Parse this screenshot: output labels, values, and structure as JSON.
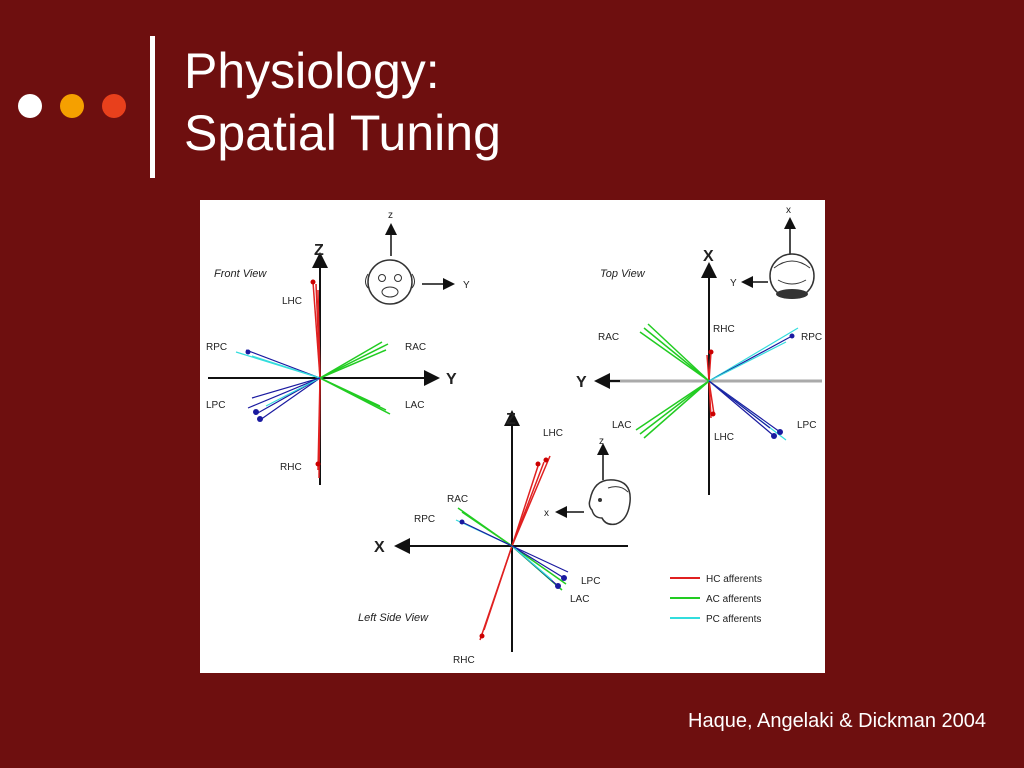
{
  "slide": {
    "title_line1": "Physiology:",
    "title_line2": "Spatial Tuning",
    "citation": "Haque, Angelaki & Dickman 2004",
    "dot_colors": [
      "#ffffff",
      "#f5a000",
      "#e8401c"
    ],
    "background_color": "#6e0f0f"
  },
  "figure": {
    "front_view": {
      "caption": "Front View",
      "axis_vertical": "Z",
      "axis_horizontal": "Y",
      "inset_vertical": "z",
      "inset_horizontal": "Y",
      "labels": {
        "lhc": "LHC",
        "rpc": "RPC",
        "rac": "RAC",
        "lpc": "LPC",
        "lac": "LAC",
        "rhc": "RHC"
      }
    },
    "top_view": {
      "caption": "Top View",
      "axis_vertical": "X",
      "axis_horizontal": "Y",
      "inset_vertical": "x",
      "inset_horizontal": "Y",
      "labels": {
        "rac": "RAC",
        "rhc": "RHC",
        "rpc": "RPC",
        "lac": "LAC",
        "lhc": "LHC",
        "lpc": "LPC"
      }
    },
    "side_view": {
      "caption": "Left Side View",
      "axis_vertical": "Z",
      "axis_horizontal": "X",
      "inset_vertical": "z",
      "inset_horizontal": "x",
      "labels": {
        "lhc": "LHC",
        "rac": "RAC",
        "rpc": "RPC",
        "lpc": "LPC",
        "lac": "LAC",
        "rhc": "RHC"
      }
    },
    "legend": [
      {
        "label": "HC afferents",
        "color": "#e02020"
      },
      {
        "label": "AC afferents",
        "color": "#22cc22"
      },
      {
        "label": "PC afferents",
        "color": "#33dddd"
      }
    ],
    "pc_dark_color": "#1a1aa0"
  }
}
